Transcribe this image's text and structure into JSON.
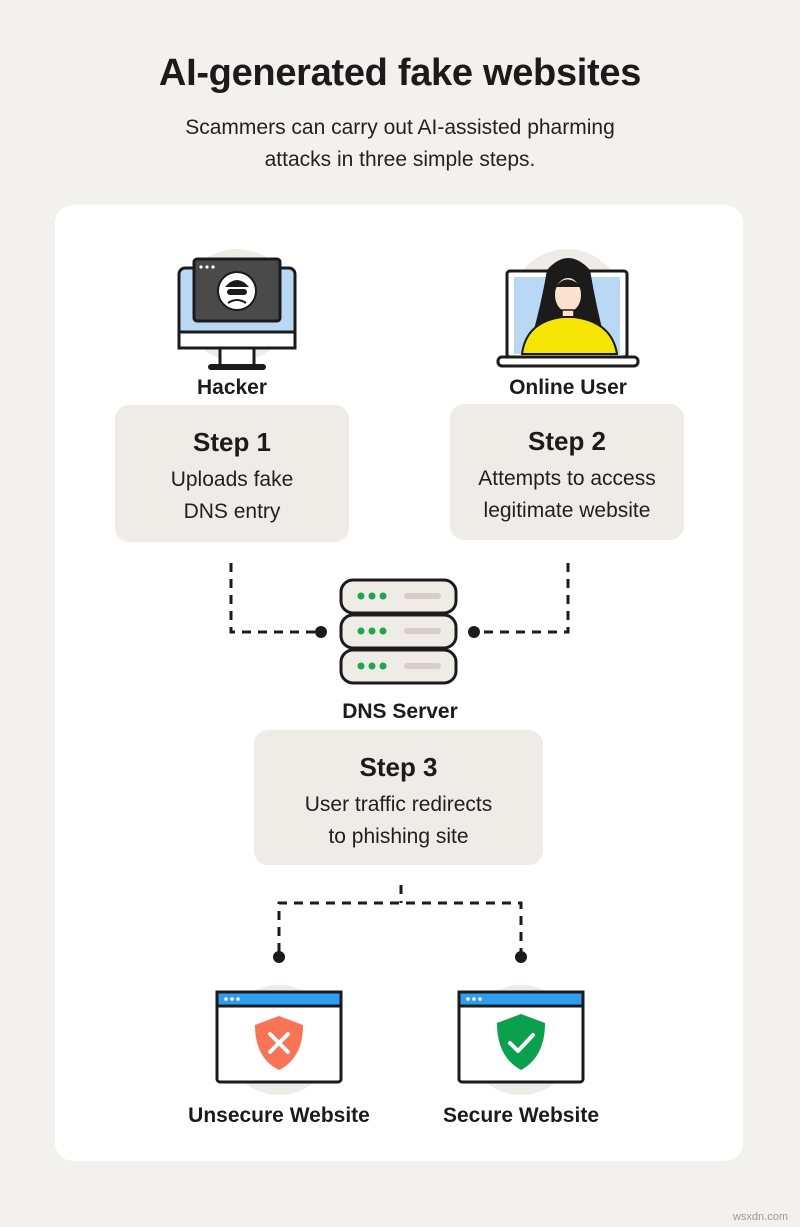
{
  "header": {
    "title": "AI-generated fake websites",
    "subtitle": "Scammers can carry out AI-assisted pharming attacks in three simple steps."
  },
  "actors": {
    "hacker": "Hacker",
    "user": "Online User",
    "server": "DNS Server"
  },
  "steps": [
    {
      "title": "Step 1",
      "lines": [
        "Uploads fake",
        "DNS entry"
      ]
    },
    {
      "title": "Step 2",
      "lines": [
        "Attempts to access",
        "legitimate website"
      ]
    },
    {
      "title": "Step 3",
      "lines": [
        "User traffic redirects",
        "to phishing site"
      ]
    }
  ],
  "outcomes": {
    "unsecure": "Unsecure Website",
    "secure": "Secure Website"
  },
  "colors": {
    "background": "#f3f1ed",
    "card": "#ffffff",
    "step_box": "#efece7",
    "screen_blue": "#b9d8f5",
    "browser_bar": "#2d9ff2",
    "shield_red": "#fa7355",
    "shield_green": "#0aa14d",
    "server_dots": "#19a84a",
    "user_shirt": "#f5e500",
    "ink": "#1b1b1b"
  },
  "watermark": "wsxdn.com"
}
